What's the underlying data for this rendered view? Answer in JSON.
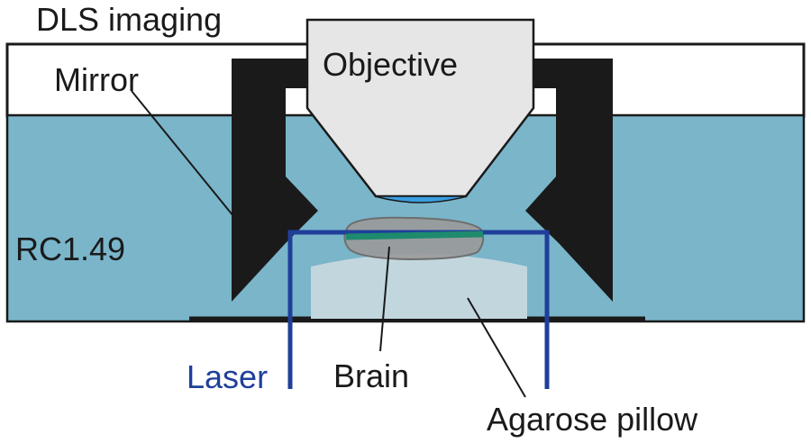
{
  "title": "DLS imaging",
  "labels": {
    "objective": "Objective",
    "mirror": "Mirror",
    "medium": "RC1.49",
    "laser": "Laser",
    "brain": "Brain",
    "agarose": "Agarose pillow"
  },
  "colors": {
    "bath": "#7ab5ca",
    "objective": "#e6e6e6",
    "lens": "#3a9ee0",
    "mirror": "#1a1a1a",
    "laser": "#1f3f9a",
    "light_sheet": "#1e8a6e",
    "brain": "#9a9a9a",
    "agarose": "#c2d6de"
  }
}
